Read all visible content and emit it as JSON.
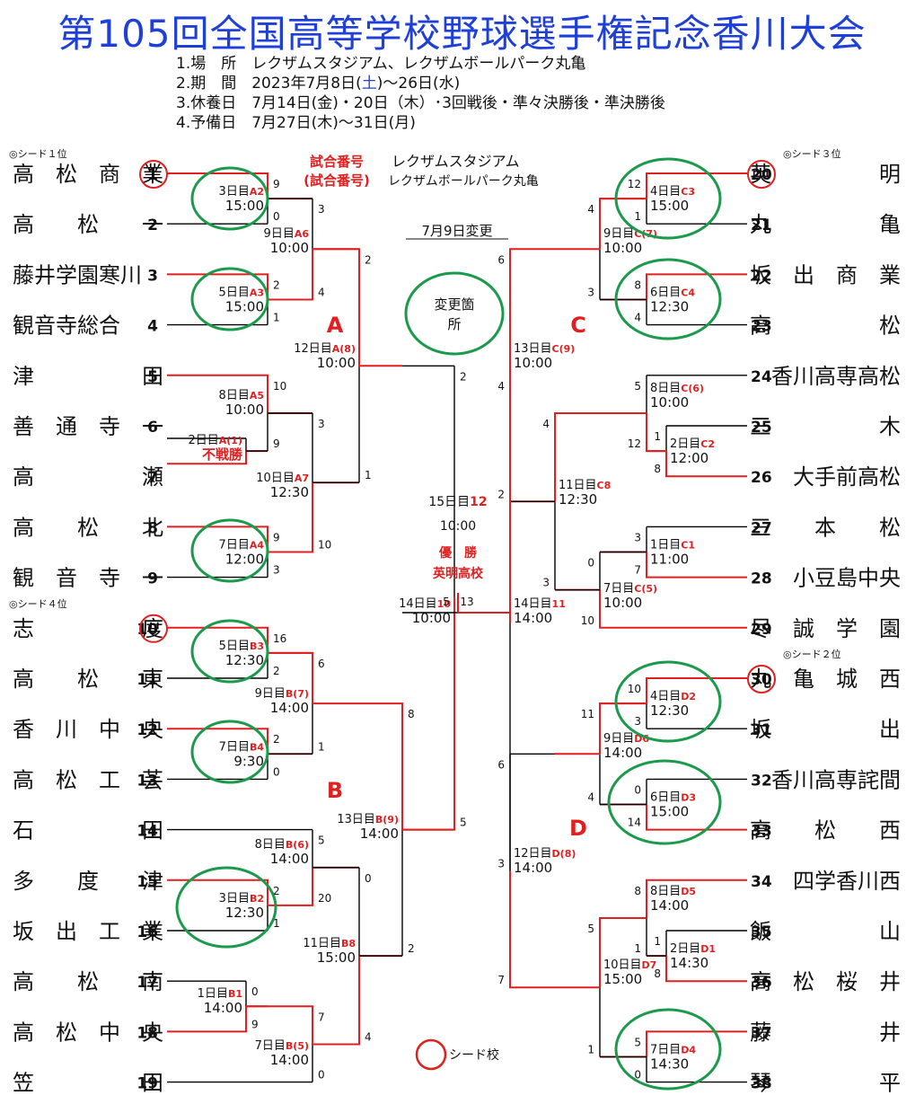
{
  "title": "第105回全国高等学校野球選手権記念香川大会",
  "info": {
    "line1": "1.場　所　レクザムスタジアム、レクザムボールパーク丸亀",
    "line2_a": "2.期　間　2023年7月8日(",
    "line2_b": "土",
    "line2_c": ")～26日(水)",
    "line3": "3.休養日　7月14日(金)・20日（木）･3回戦後・準々決勝後・準決勝後",
    "line4": "4.予備日　7月27日(木)～31日(月)"
  },
  "legend": {
    "venue1_red": "試合番号",
    "venue1": "レクザムスタジアム",
    "venue2_red": "(試合番号)",
    "venue2": "レクザムボールパーク丸亀",
    "seed_school": "シード校"
  },
  "change_note": "7月9日変更",
  "change_mark": [
    "変更箇",
    "所"
  ],
  "seed_labels": {
    "s1": "◎シード１位",
    "s2": "◎シード２位",
    "s3": "◎シード３位",
    "s4": "◎シード４位"
  },
  "blocks": {
    "A": "A",
    "B": "B",
    "C": "C",
    "D": "D"
  },
  "left_teams": [
    {
      "num": "1",
      "name": "高　松　商　業",
      "seed": true
    },
    {
      "num": "2",
      "name": "高　　松　　一"
    },
    {
      "num": "3",
      "name": "藤井学園寒川"
    },
    {
      "num": "4",
      "name": "観音寺総合"
    },
    {
      "num": "5",
      "name": "津　　　　　田"
    },
    {
      "num": "6",
      "name": "善　通　寺　一"
    },
    {
      "num": "7",
      "name": "高　　　　　瀬"
    },
    {
      "num": "8",
      "name": "高　　松　　北"
    },
    {
      "num": "9",
      "name": "観　音　寺　一"
    },
    {
      "num": "10",
      "name": "志　　　　　度",
      "seed": true
    },
    {
      "num": "11",
      "name": "高　　松　　東"
    },
    {
      "num": "12",
      "name": "香　川　中　央"
    },
    {
      "num": "13",
      "name": "高　松　工　芸"
    },
    {
      "num": "14",
      "name": "石　　　　　田"
    },
    {
      "num": "15",
      "name": "多　　度　　津"
    },
    {
      "num": "16",
      "name": "坂　出　工　業"
    },
    {
      "num": "17",
      "name": "高　　松　　南"
    },
    {
      "num": "18",
      "name": "高　松　中　央"
    },
    {
      "num": "19",
      "name": "笠　　　　　田"
    }
  ],
  "right_teams": [
    {
      "num": "20",
      "name": "英　　　　　明",
      "seed": true
    },
    {
      "num": "21",
      "name": "丸　　　　　亀"
    },
    {
      "num": "22",
      "name": "坂　出　商　業"
    },
    {
      "num": "23",
      "name": "高　　　　　松"
    },
    {
      "num": "24",
      "name": "香川高専高松"
    },
    {
      "num": "25",
      "name": "三　　　　　木"
    },
    {
      "num": "26",
      "name": "大手前高松"
    },
    {
      "num": "27",
      "name": "三　　本　　松"
    },
    {
      "num": "28",
      "name": "小豆島中央"
    },
    {
      "num": "29",
      "name": "尽　誠　学　園"
    },
    {
      "num": "30",
      "name": "丸　亀　城　西",
      "seed": true
    },
    {
      "num": "31",
      "name": "坂　　　　　出"
    },
    {
      "num": "32",
      "name": "香川高専詫間"
    },
    {
      "num": "33",
      "name": "高　　松　　西"
    },
    {
      "num": "34",
      "name": "四学香川西"
    },
    {
      "num": "35",
      "name": "飯　　　　　山"
    },
    {
      "num": "36",
      "name": "高　松　桜　井"
    },
    {
      "num": "37",
      "name": "藤　　　　　井"
    },
    {
      "num": "38",
      "name": "琴　　　　　平"
    }
  ],
  "games": [
    {
      "id": "A2",
      "day": "3日目",
      "code": "A2",
      "time": "15:00",
      "s1": "9",
      "s2": "0"
    },
    {
      "id": "A3",
      "day": "5日目",
      "code": "A3",
      "time": "15:00",
      "s1": "2",
      "s2": "1"
    },
    {
      "id": "A6",
      "day": "9日目",
      "code": "A6",
      "time": "10:00",
      "s1": "3",
      "s2": "4"
    },
    {
      "id": "A5",
      "day": "8日目",
      "code": "A5",
      "time": "10:00",
      "s1": "10",
      "s2": "9"
    },
    {
      "id": "A1",
      "day": "2日目",
      "code": "A(1)",
      "time": "不戦勝",
      "s1": "",
      "s2": ""
    },
    {
      "id": "A7",
      "day": "10日目",
      "code": "A7",
      "time": "12:30",
      "s1": "3",
      "s2": "10"
    },
    {
      "id": "A4",
      "day": "7日目",
      "code": "A4",
      "time": "12:00",
      "s1": "9",
      "s2": "3"
    },
    {
      "id": "A8",
      "day": "12日目",
      "code": "A(8)",
      "time": "10:00",
      "s1": "2",
      "s2": "1"
    },
    {
      "id": "B3",
      "day": "5日目",
      "code": "B3",
      "time": "12:30",
      "s1": "16",
      "s2": "2"
    },
    {
      "id": "B7",
      "day": "9日目",
      "code": "B(7)",
      "time": "14:00",
      "s1": "6",
      "s2": "1"
    },
    {
      "id": "B4",
      "day": "7日目",
      "code": "B4",
      "time": "9:30",
      "s1": "2",
      "s2": "0"
    },
    {
      "id": "B6",
      "day": "8日目",
      "code": "B(6)",
      "time": "14:00",
      "s1": "5",
      "s2": "20"
    },
    {
      "id": "B2",
      "day": "3日目",
      "code": "B2",
      "time": "12:30",
      "s1": "2",
      "s2": "1"
    },
    {
      "id": "B8",
      "day": "11日目",
      "code": "B8",
      "time": "15:00",
      "s1": "0",
      "s2": "4"
    },
    {
      "id": "B1",
      "day": "1日目",
      "code": "B1",
      "time": "14:00",
      "s1": "0",
      "s2": "9"
    },
    {
      "id": "B5",
      "day": "7日目",
      "code": "B(5)",
      "time": "14:00",
      "s1": "7",
      "s2": "0"
    },
    {
      "id": "B9",
      "day": "13日目",
      "code": "B(9)",
      "time": "14:00",
      "s1": "8",
      "s2": "2"
    },
    {
      "id": "L10",
      "day": "14日目",
      "code": "10",
      "time": "10:00",
      "s1": "2",
      "s2": "5"
    },
    {
      "id": "C3",
      "day": "4日目",
      "code": "C3",
      "time": "15:00",
      "s1": "12",
      "s2": "1"
    },
    {
      "id": "C7",
      "day": "9日目",
      "code": "C(7)",
      "time": "10:00",
      "s1": "4",
      "s2": "3"
    },
    {
      "id": "C4",
      "day": "6日目",
      "code": "C4",
      "time": "12:30",
      "s1": "8",
      "s2": "4"
    },
    {
      "id": "C9",
      "day": "13日目",
      "code": "C(9)",
      "time": "10:00",
      "s1": "6",
      "s2": "2"
    },
    {
      "id": "C6",
      "day": "8日目",
      "code": "C(6)",
      "time": "10:00",
      "s1": "5",
      "s2": "12"
    },
    {
      "id": "C2",
      "day": "2日目",
      "code": "C2",
      "time": "12:00",
      "s1": "1",
      "s2": "8"
    },
    {
      "id": "C8",
      "day": "11日目",
      "code": "C8",
      "time": "12:30",
      "s1": "4",
      "s2": "3"
    },
    {
      "id": "C1",
      "day": "1日目",
      "code": "C1",
      "time": "11:00",
      "s1": "3",
      "s2": "7"
    },
    {
      "id": "C5",
      "day": "7日目",
      "code": "C(5)",
      "time": "10:00",
      "s1": "0",
      "s2": "10"
    },
    {
      "id": "D2",
      "day": "4日目",
      "code": "D2",
      "time": "12:30",
      "s1": "10",
      "s2": "3"
    },
    {
      "id": "D6",
      "day": "9日目",
      "code": "D6",
      "time": "14:00",
      "s1": "11",
      "s2": "4"
    },
    {
      "id": "D3",
      "day": "6日目",
      "code": "D3",
      "time": "15:00",
      "s1": "0",
      "s2": "14"
    },
    {
      "id": "D8",
      "day": "12日目",
      "code": "D(8)",
      "time": "14:00",
      "s1": "6",
      "s2": "7"
    },
    {
      "id": "D5",
      "day": "8日目",
      "code": "D5",
      "time": "14:00",
      "s1": "8",
      "s2": "1"
    },
    {
      "id": "D1",
      "day": "2日目",
      "code": "D1",
      "time": "14:30",
      "s1": "1",
      "s2": "8"
    },
    {
      "id": "D7",
      "day": "10日目",
      "code": "D7",
      "time": "15:00",
      "s1": "5",
      "s2": "1"
    },
    {
      "id": "D4",
      "day": "7日目",
      "code": "D4",
      "time": "14:30",
      "s1": "5",
      "s2": "0"
    },
    {
      "id": "R11",
      "day": "14日目",
      "code": "11",
      "time": "14:00",
      "s1": "4",
      "s2": "3"
    },
    {
      "id": "F12",
      "day": "15日目",
      "code": "12",
      "time": "10:00",
      "s1": "5",
      "s2": "13"
    }
  ],
  "final": {
    "champion_label": "優　勝",
    "champion": "英明高校"
  },
  "colors": {
    "title": "#1f3fd9",
    "win": "#e02020",
    "line": "#000000",
    "circle": "#1a9a4a",
    "seed": "#e02020"
  }
}
